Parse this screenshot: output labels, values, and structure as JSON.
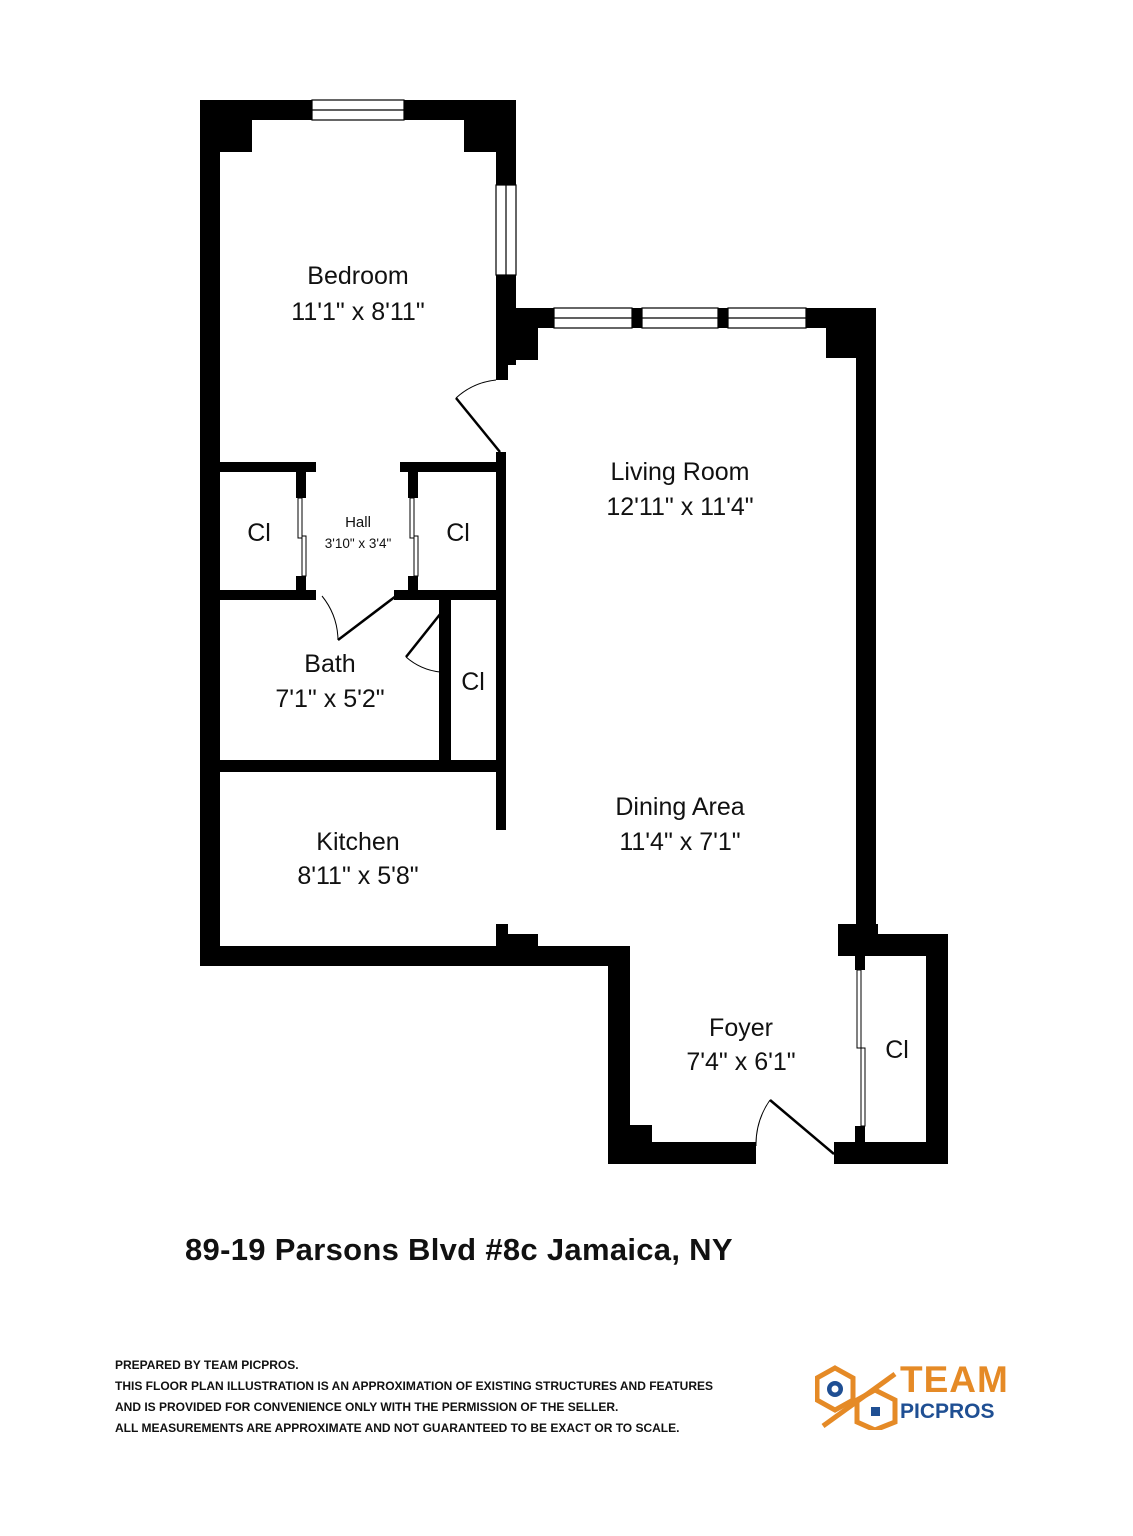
{
  "rooms": {
    "bedroom": {
      "name": "Bedroom",
      "dims": "11'1\" x 8'11\""
    },
    "living": {
      "name": "Living Room",
      "dims": "12'11\" x 11'4\""
    },
    "hall": {
      "name": "Hall",
      "dims": "3'10\" x 3'4\""
    },
    "closet_left": {
      "name": "Cl"
    },
    "closet_right": {
      "name": "Cl"
    },
    "bath": {
      "name": "Bath",
      "dims": "7'1\" x 5'2\""
    },
    "closet_bath": {
      "name": "Cl"
    },
    "kitchen": {
      "name": "Kitchen",
      "dims": "8'11\" x 5'8\""
    },
    "dining": {
      "name": "Dining Area",
      "dims": "11'4\" x 7'1\""
    },
    "foyer": {
      "name": "Foyer",
      "dims": "7'4\" x 6'1\""
    },
    "closet_foyer": {
      "name": "Cl"
    }
  },
  "address": "89-19 Parsons Blvd #8c Jamaica, NY",
  "disclaimer": [
    "PREPARED BY TEAM PICPROS.",
    "THIS FLOOR PLAN ILLUSTRATION IS AN APPROXIMATION OF EXISTING STRUCTURES AND FEATURES",
    "AND IS PROVIDED FOR CONVENIENCE ONLY WITH THE PERMISSION OF THE SELLER.",
    "ALL MEASUREMENTS ARE APPROXIMATE AND NOT GUARANTEED TO BE EXACT OR TO SCALE."
  ],
  "logo": {
    "line1": "TEAM",
    "line2": "PICPROS",
    "orange": "#e58a26",
    "blue": "#1f4f93"
  },
  "colors": {
    "wall": "#000000",
    "background": "#ffffff"
  }
}
